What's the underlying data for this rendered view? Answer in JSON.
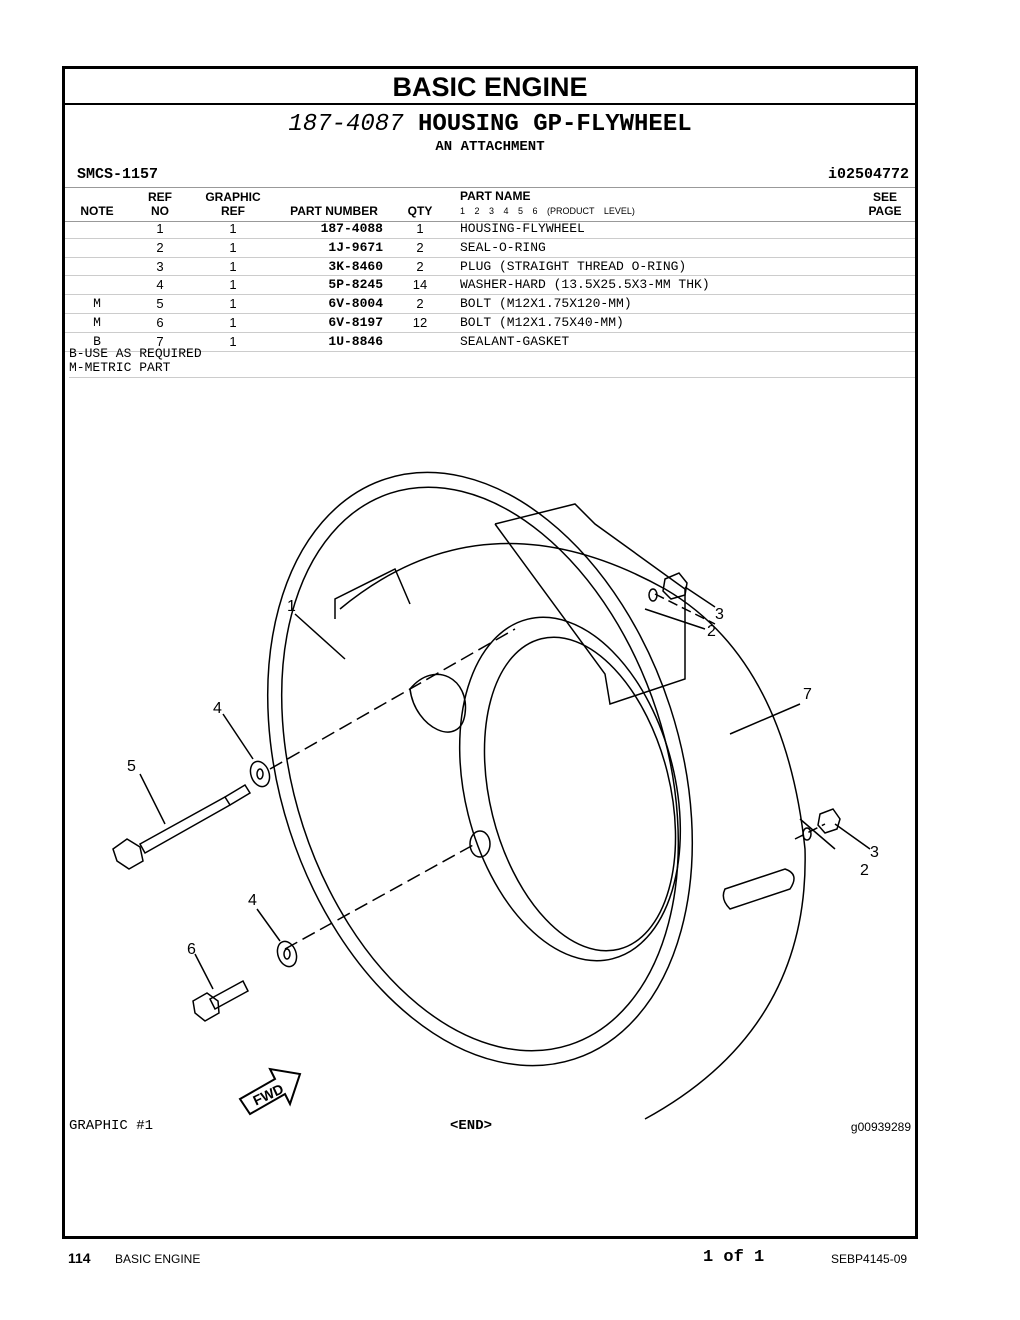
{
  "section_title": "BASIC ENGINE",
  "group": {
    "part_number": "187-4087",
    "name": "HOUSING GP-FLYWHEEL",
    "attachment": "AN ATTACHMENT"
  },
  "smcs": "SMCS-1157",
  "illustration_id": "i02504772",
  "columns": {
    "note": "NOTE",
    "ref_no_1": "REF",
    "ref_no_2": "NO",
    "graphic_ref_1": "GRAPHIC",
    "graphic_ref_2": "REF",
    "part_number": "PART NUMBER",
    "qty": "QTY",
    "part_name": "PART NAME",
    "levels": "1 2 3 4 5 6 (PRODUCT LEVEL)",
    "see_page_1": "SEE",
    "see_page_2": "PAGE"
  },
  "parts": [
    {
      "note": "",
      "ref": "1",
      "graphic": "1",
      "part_number": "187-4088",
      "qty": "1",
      "name": "HOUSING-FLYWHEEL"
    },
    {
      "note": "",
      "ref": "2",
      "graphic": "1",
      "part_number": "1J-9671",
      "qty": "2",
      "name": "SEAL-O-RING"
    },
    {
      "note": "",
      "ref": "3",
      "graphic": "1",
      "part_number": "3K-8460",
      "qty": "2",
      "name": "PLUG (STRAIGHT THREAD O-RING)"
    },
    {
      "note": "",
      "ref": "4",
      "graphic": "1",
      "part_number": "5P-8245",
      "qty": "14",
      "name": "WASHER-HARD (13.5X25.5X3-MM THK)"
    },
    {
      "note": "M",
      "ref": "5",
      "graphic": "1",
      "part_number": "6V-8004",
      "qty": "2",
      "name": "BOLT (M12X1.75X120-MM)"
    },
    {
      "note": "M",
      "ref": "6",
      "graphic": "1",
      "part_number": "6V-8197",
      "qty": "12",
      "name": "BOLT (M12X1.75X40-MM)"
    },
    {
      "note": "B",
      "ref": "7",
      "graphic": "1",
      "part_number": "1U-8846",
      "qty": "",
      "name": "SEALANT-GASKET"
    }
  ],
  "notes": [
    "B-USE AS REQUIRED",
    "M-METRIC PART"
  ],
  "graphic": {
    "callouts": [
      "1",
      "2",
      "3",
      "4",
      "5",
      "6",
      "7",
      "2",
      "3",
      "4"
    ],
    "fwd_label": "FWD",
    "caption": "GRAPHIC #1",
    "end": "<END>",
    "graphic_id": "g00939289"
  },
  "footer": {
    "page": "114",
    "section": "BASIC ENGINE",
    "page_of": "1 of 1",
    "doc": "SEBP4145-09"
  }
}
